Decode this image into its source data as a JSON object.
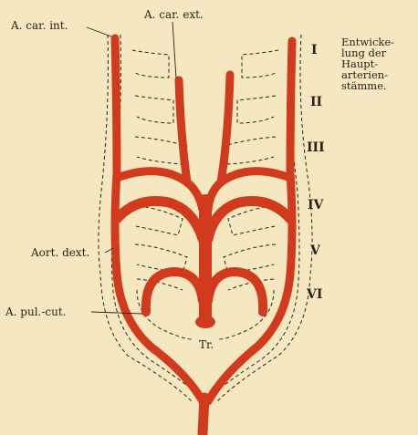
{
  "figure": {
    "caption": "Entwicke-\nlung der\nHaupt-\narterien-\nstämme.",
    "vessel_color": "#d23a1e",
    "labels": {
      "car_int": "A. car. int.",
      "car_ext": "A. car. ext.",
      "aort_dext": "Aort. dext.",
      "pul_cut": "A. pul.-cut.",
      "truncus": "Tr."
    },
    "arches": [
      "I",
      "II",
      "III",
      "IV",
      "V",
      "VI"
    ]
  }
}
